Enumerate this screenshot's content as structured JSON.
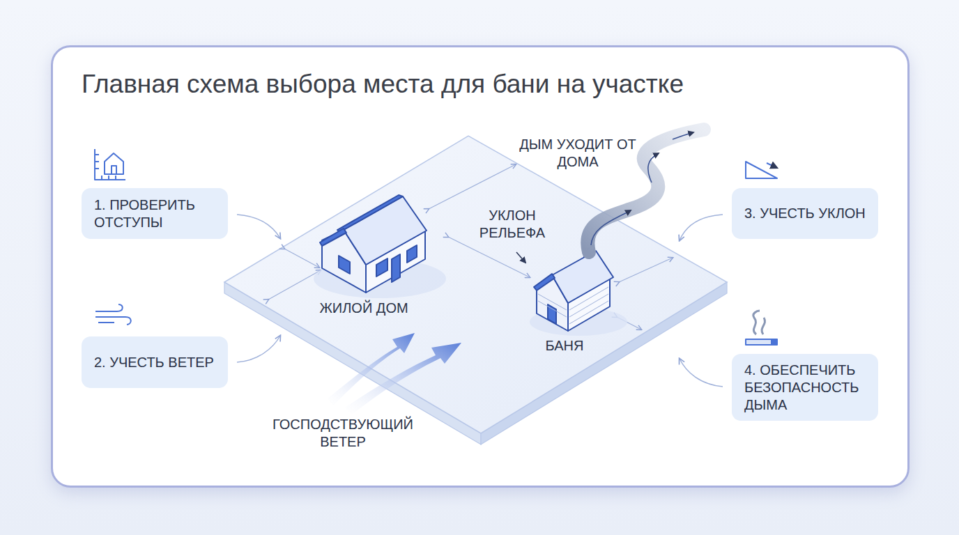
{
  "diagram": {
    "title": "Главная схема выбора места для бани на участке",
    "nodes": [
      {
        "text": [
          "1. ПРОВЕРИТЬ ОТСТУПЫ"
        ]
      },
      {
        "text": [
          "2. УЧЕСТЬ ВЕТЕР"
        ]
      },
      {
        "text": [
          "3. УЧЕСТЬ УКЛОН"
        ]
      },
      {
        "text": [
          "4. ОБЕСПЕЧИТЬ БЕЗОПАСНОСТЬ ДЫМА"
        ]
      }
    ],
    "labels": [
      "ДЫМ УХОДИТ ОТ ДОМА",
      "УКЛОН РЕЛЬЕФА",
      "ЖИЛОЙ ДОМ",
      "БАНЯ",
      "ГОСПОДСТВУЮЩИЙ ВЕТЕР"
    ]
  }
}
